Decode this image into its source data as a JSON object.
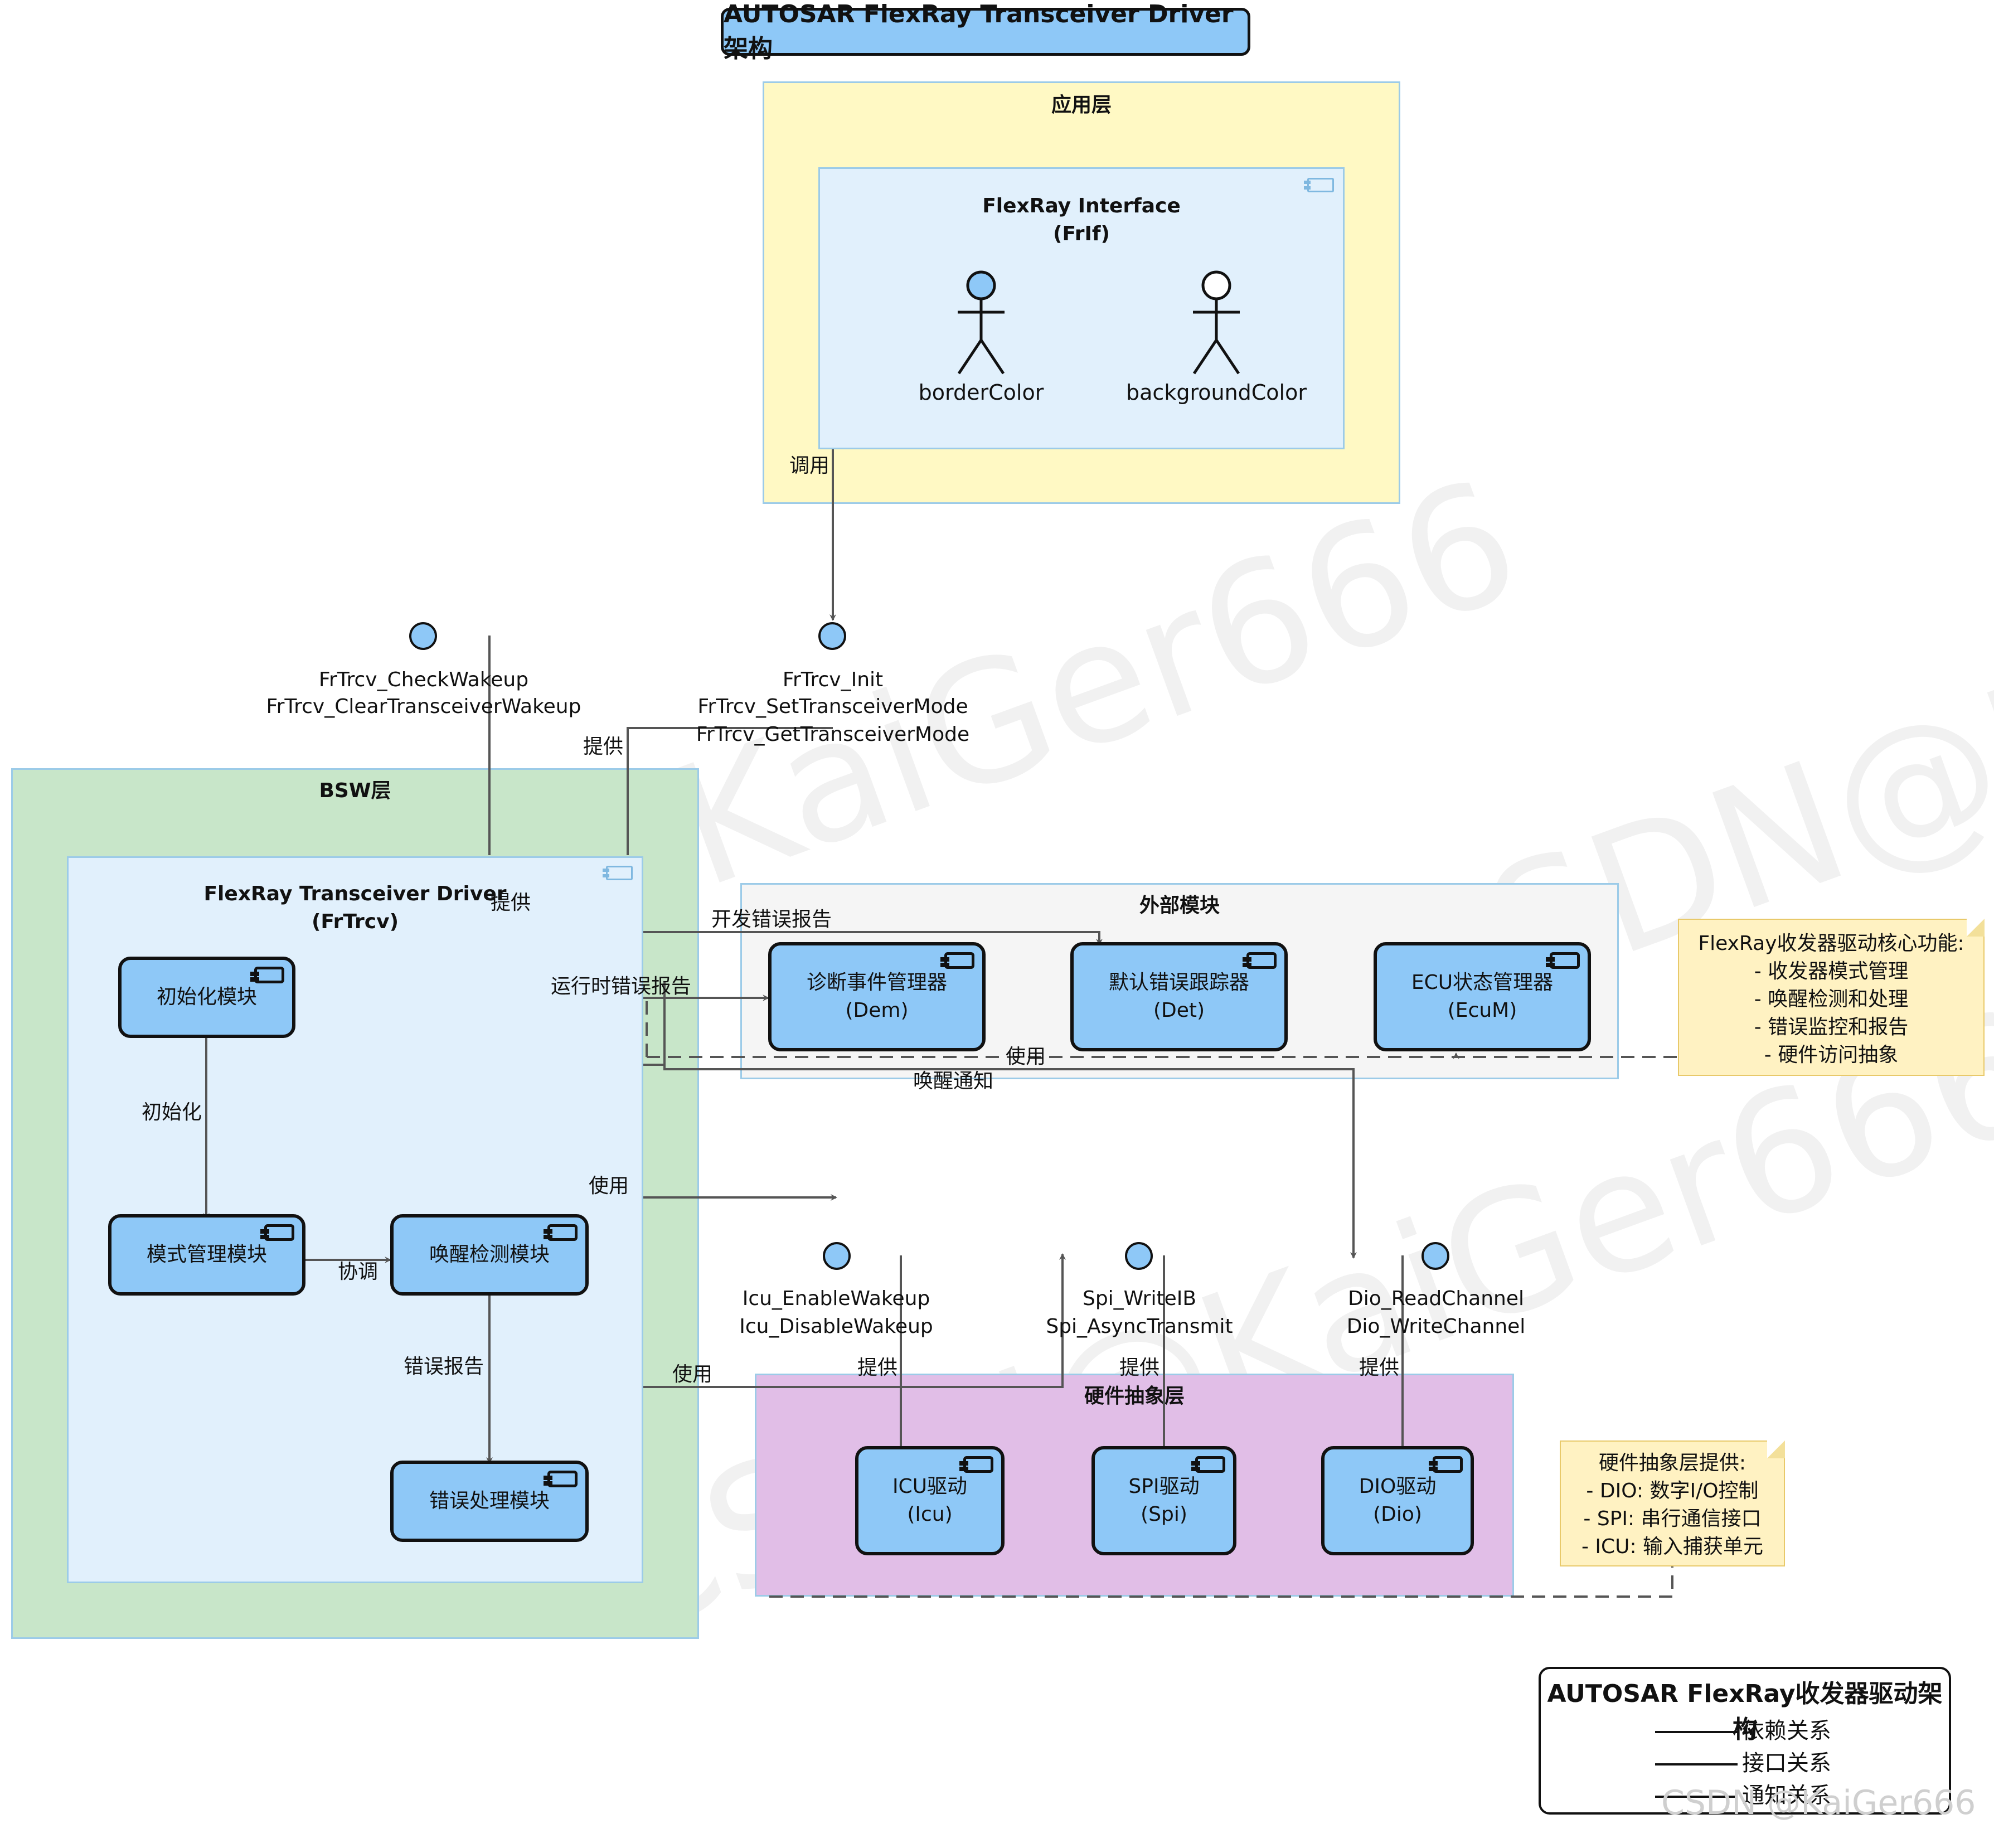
{
  "title": "AUTOSAR FlexRay Transceiver Driver 架构",
  "packages": {
    "app": "应用层",
    "bsw": "BSW层",
    "ext": "外部模块",
    "hw": "硬件抽象层"
  },
  "frif": {
    "title_line1": "FlexRay Interface",
    "title_line2": "(FrIf)",
    "actor1": "borderColor",
    "actor2": "backgroundColor"
  },
  "frtrcv": {
    "title_line1": "FlexRay Transceiver Driver",
    "title_line2": "(FrTrcv)"
  },
  "modules": {
    "init": "初始化模块",
    "mode": "模式管理模块",
    "wakeup": "唤醒检测模块",
    "error": "错误处理模块"
  },
  "external": {
    "dem_line1": "诊断事件管理器",
    "dem_line2": "(Dem)",
    "det_line1": "默认错误跟踪器",
    "det_line2": "(Det)",
    "ecum_line1": "ECU状态管理器",
    "ecum_line2": "(EcuM)"
  },
  "hardware": {
    "icu_line1": "ICU驱动",
    "icu_line2": "(Icu)",
    "spi_line1": "SPI驱动",
    "spi_line2": "(Spi)",
    "dio_line1": "DIO驱动",
    "dio_line2": "(Dio)"
  },
  "interfaces": {
    "wakeup_line1": "FrTrcv_CheckWakeup",
    "wakeup_line2": "FrTrcv_ClearTransceiverWakeup",
    "init_line1": "FrTrcv_Init",
    "init_line2": "FrTrcv_SetTransceiverMode",
    "init_line3": "FrTrcv_GetTransceiverMode",
    "icu_line1": "Icu_EnableWakeup",
    "icu_line2": "Icu_DisableWakeup",
    "spi_line1": "Spi_WriteIB",
    "spi_line2": "Spi_AsyncTransmit",
    "dio_line1": "Dio_ReadChannel",
    "dio_line2": "Dio_WriteChannel"
  },
  "edge_labels": {
    "call": "调用",
    "provide": "提供",
    "init": "初始化",
    "coordinate": "协调",
    "error_report": "错误报告",
    "dev_error": "开发错误报告",
    "runtime_error": "运行时错误报告",
    "use": "使用",
    "wakeup_notify": "唤醒通知"
  },
  "notes": {
    "core_title": "FlexRay收发器驱动核心功能:",
    "core_items": [
      "- 收发器模式管理",
      "- 唤醒检测和处理",
      "- 错误监控和报告",
      "- 硬件访问抽象"
    ],
    "hw_title": "硬件抽象层提供:",
    "hw_items": [
      "- DIO: 数字I/O控制",
      "- SPI: 串行通信接口",
      "- ICU: 输入捕获单元"
    ]
  },
  "legend": {
    "title": "AUTOSAR FlexRay收发器驱动架构",
    "items": [
      "依赖关系",
      "接口关系",
      "通知关系"
    ]
  },
  "watermark": "CSDN @KaiGer666",
  "colors": {
    "app_layer": "#fff9c4",
    "bsw_layer": "#c8e6c9",
    "ext_layer": "#f5f5f5",
    "hw_layer": "#e1bee7",
    "component_bg": "#e1f0fc",
    "module": "#8ec8f7",
    "note": "#fff2c2"
  }
}
